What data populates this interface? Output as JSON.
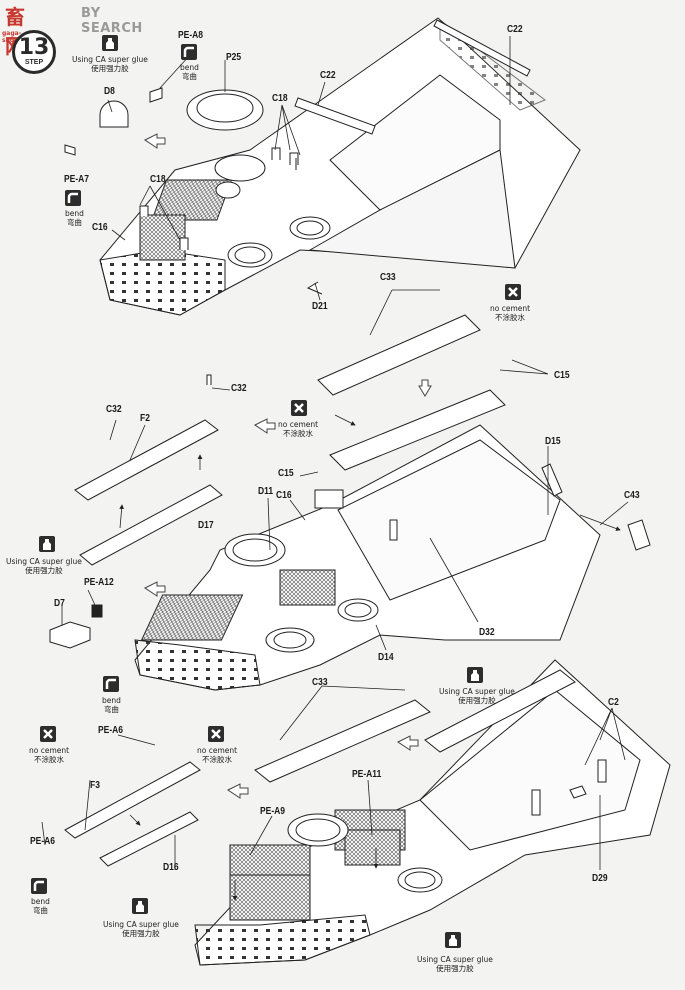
{
  "watermark": {
    "brand_cn": "畜网",
    "brand_en": "BY SEARCH",
    "subtitle": "gaga-shop.com"
  },
  "step": {
    "number": "13",
    "word": "STEP"
  },
  "captions": {
    "glue_en": "Using CA super glue",
    "glue_cn": "使用强力胶",
    "bend_en": "bend",
    "bend_cn": "弯曲",
    "no_cement_en": "no cement",
    "no_cement_cn": "不涂胶水"
  },
  "labels": {
    "pe_a8": "PE-A8",
    "p25": "P25",
    "c22_a": "C22",
    "c22_b": "C22",
    "d8": "D8",
    "c18_a": "C18",
    "c18_b": "C18",
    "pe_a7": "PE-A7",
    "c16_a": "C16",
    "d21": "D21",
    "c33_a": "C33",
    "c15_a": "C15",
    "c32_a": "C32",
    "c32_b": "C32",
    "f2": "F2",
    "d17": "D17",
    "d11": "D11",
    "c16_b": "C16",
    "c15_b": "C15",
    "d15": "D15",
    "c43": "C43",
    "pe_a12": "PE-A12",
    "d7": "D7",
    "d32": "D32",
    "d14": "D14",
    "pe_a6_a": "PE-A6",
    "c33_b": "C33",
    "c2": "C2",
    "f3": "F3",
    "pe_a11": "PE-A11",
    "pe_a9": "PE-A9",
    "pe_a6_b": "PE-A6",
    "d16": "D16",
    "d29": "D29"
  }
}
